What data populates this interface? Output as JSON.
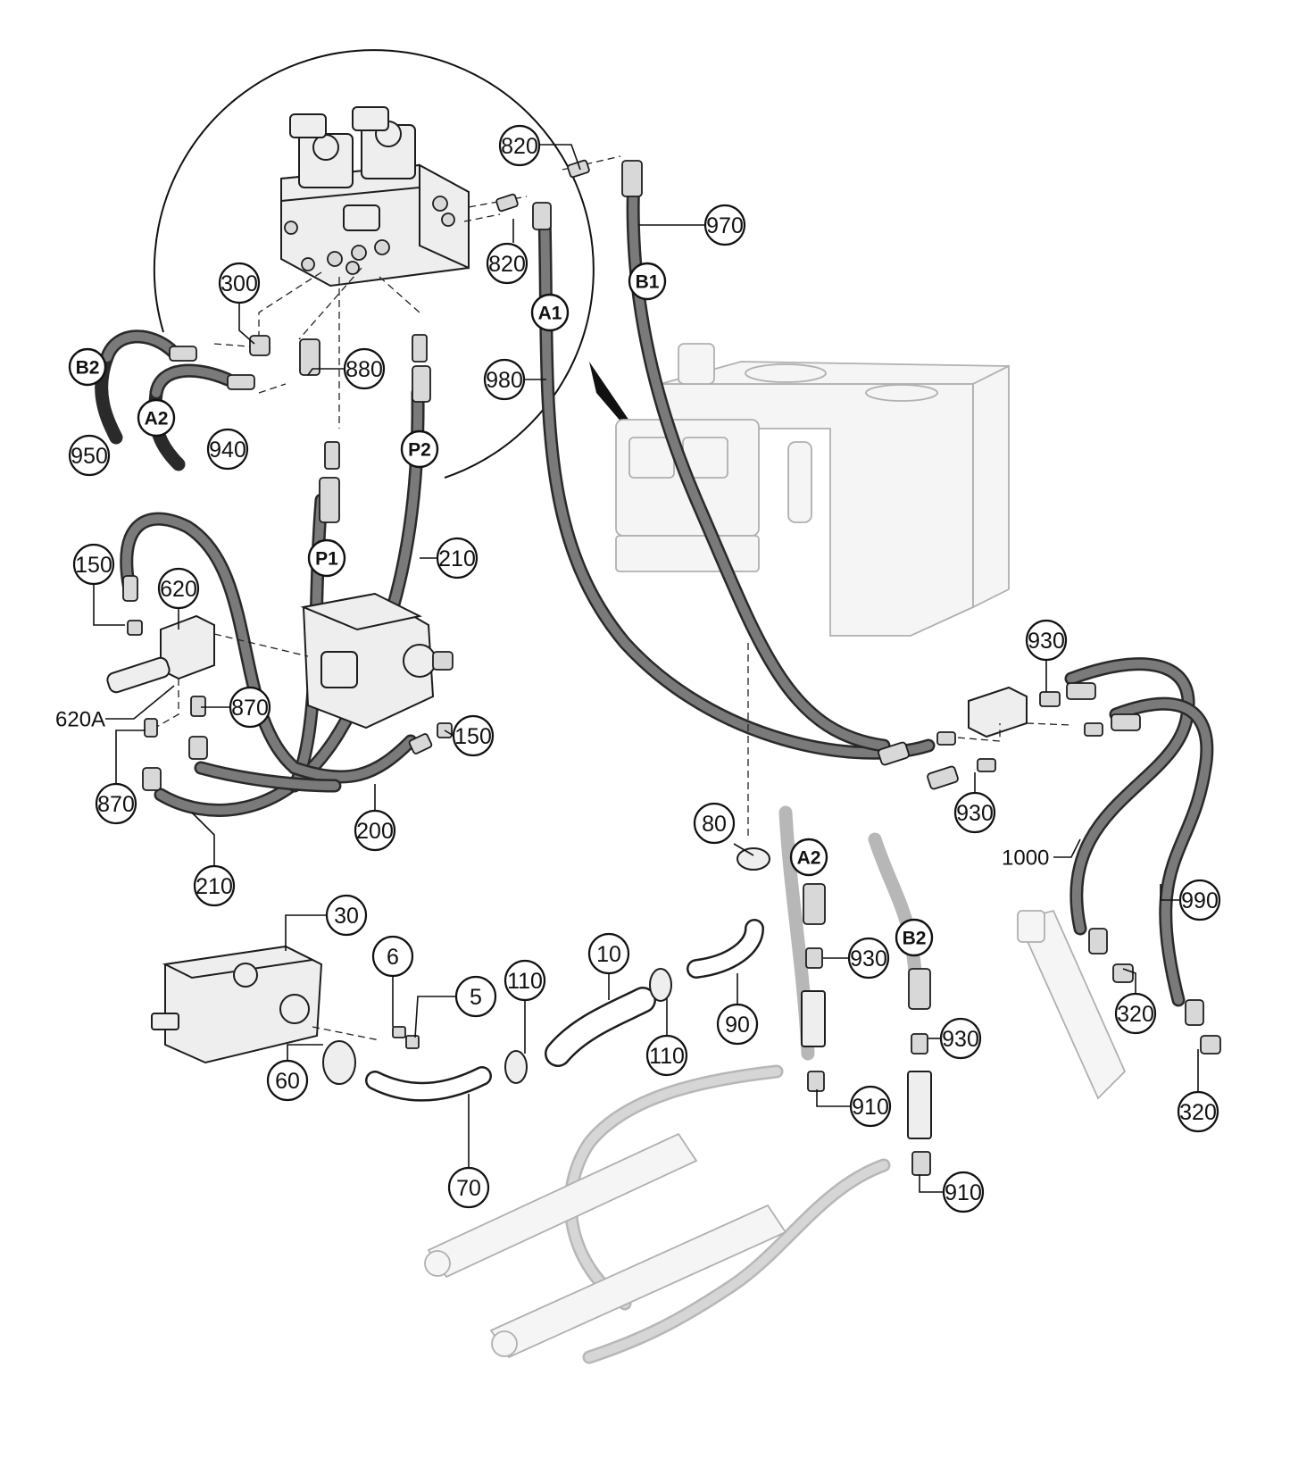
{
  "callouts": {
    "p820a": "820",
    "p820b": "820",
    "p970": "970",
    "p300": "300",
    "p880": "880",
    "p950": "950",
    "p940": "940",
    "p980": "980",
    "p150a": "150",
    "p620": "620",
    "p620a": "620A",
    "p870a": "870",
    "p870b": "870",
    "p150b": "150",
    "p210a": "210",
    "p210b": "210",
    "p200": "200",
    "p930a": "930",
    "p930b": "930",
    "p1000": "1000",
    "p990": "990",
    "p320a": "320",
    "p320b": "320",
    "p80": "80",
    "p30": "30",
    "p6": "6",
    "p5": "5",
    "p110a": "110",
    "p10": "10",
    "p110b": "110",
    "p90": "90",
    "p930c": "930",
    "p930d": "930",
    "p910a": "910",
    "p910b": "910",
    "p60": "60",
    "p70": "70"
  },
  "ports": {
    "a1": "A1",
    "b1": "B1",
    "b2_top": "B2",
    "a2_top": "A2",
    "p2": "P2",
    "p1": "P1",
    "a2_low": "A2",
    "b2_low": "B2"
  }
}
